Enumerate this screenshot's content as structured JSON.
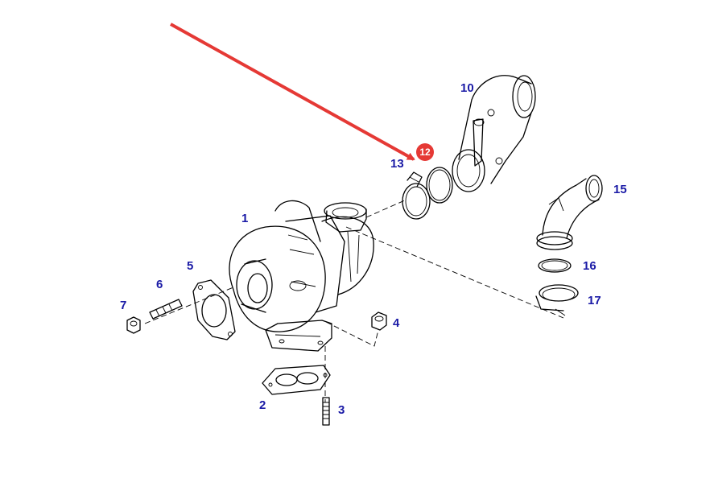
{
  "highlight": {
    "callout": "12",
    "arrow_color": "#e53935",
    "badge_color": "#e53935"
  },
  "callout_color": "#1a1aa6",
  "parts": [
    {
      "id": "turbocharger",
      "number": "1"
    },
    {
      "id": "exhaust-gasket",
      "number": "2"
    },
    {
      "id": "exhaust-stud",
      "number": "3"
    },
    {
      "id": "exhaust-nut",
      "number": "4"
    },
    {
      "id": "turbine-flange-gasket",
      "number": "5"
    },
    {
      "id": "turbine-stud",
      "number": "6"
    },
    {
      "id": "turbine-nut",
      "number": "7"
    },
    {
      "id": "outlet-elbow",
      "number": "10"
    },
    {
      "id": "outlet-o-ring",
      "number": "12"
    },
    {
      "id": "outlet-v-band-clamp",
      "number": "13"
    },
    {
      "id": "inlet-elbow",
      "number": "15"
    },
    {
      "id": "inlet-o-ring",
      "number": "16"
    },
    {
      "id": "inlet-hose-clamp",
      "number": "17"
    }
  ]
}
